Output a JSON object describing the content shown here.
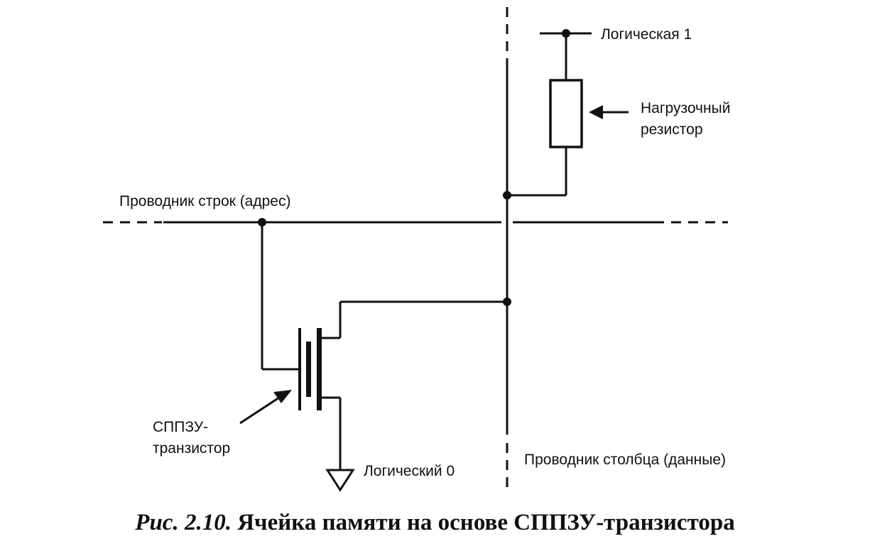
{
  "labels": {
    "logic_one": "Логическая 1",
    "load_resistor_line1": "Нагрузочный",
    "load_resistor_line2": "резистор",
    "row_conductor": "Проводник строк (адрес)",
    "transistor_line1": "СППЗУ-",
    "transistor_line2": "транзистор",
    "logic_zero": "Логический 0",
    "column_conductor": "Проводник столбца (данные)"
  },
  "caption": {
    "figure_number": "Рис. 2.10.",
    "text": "Ячейка памяти на основе СППЗУ-транзистора"
  }
}
